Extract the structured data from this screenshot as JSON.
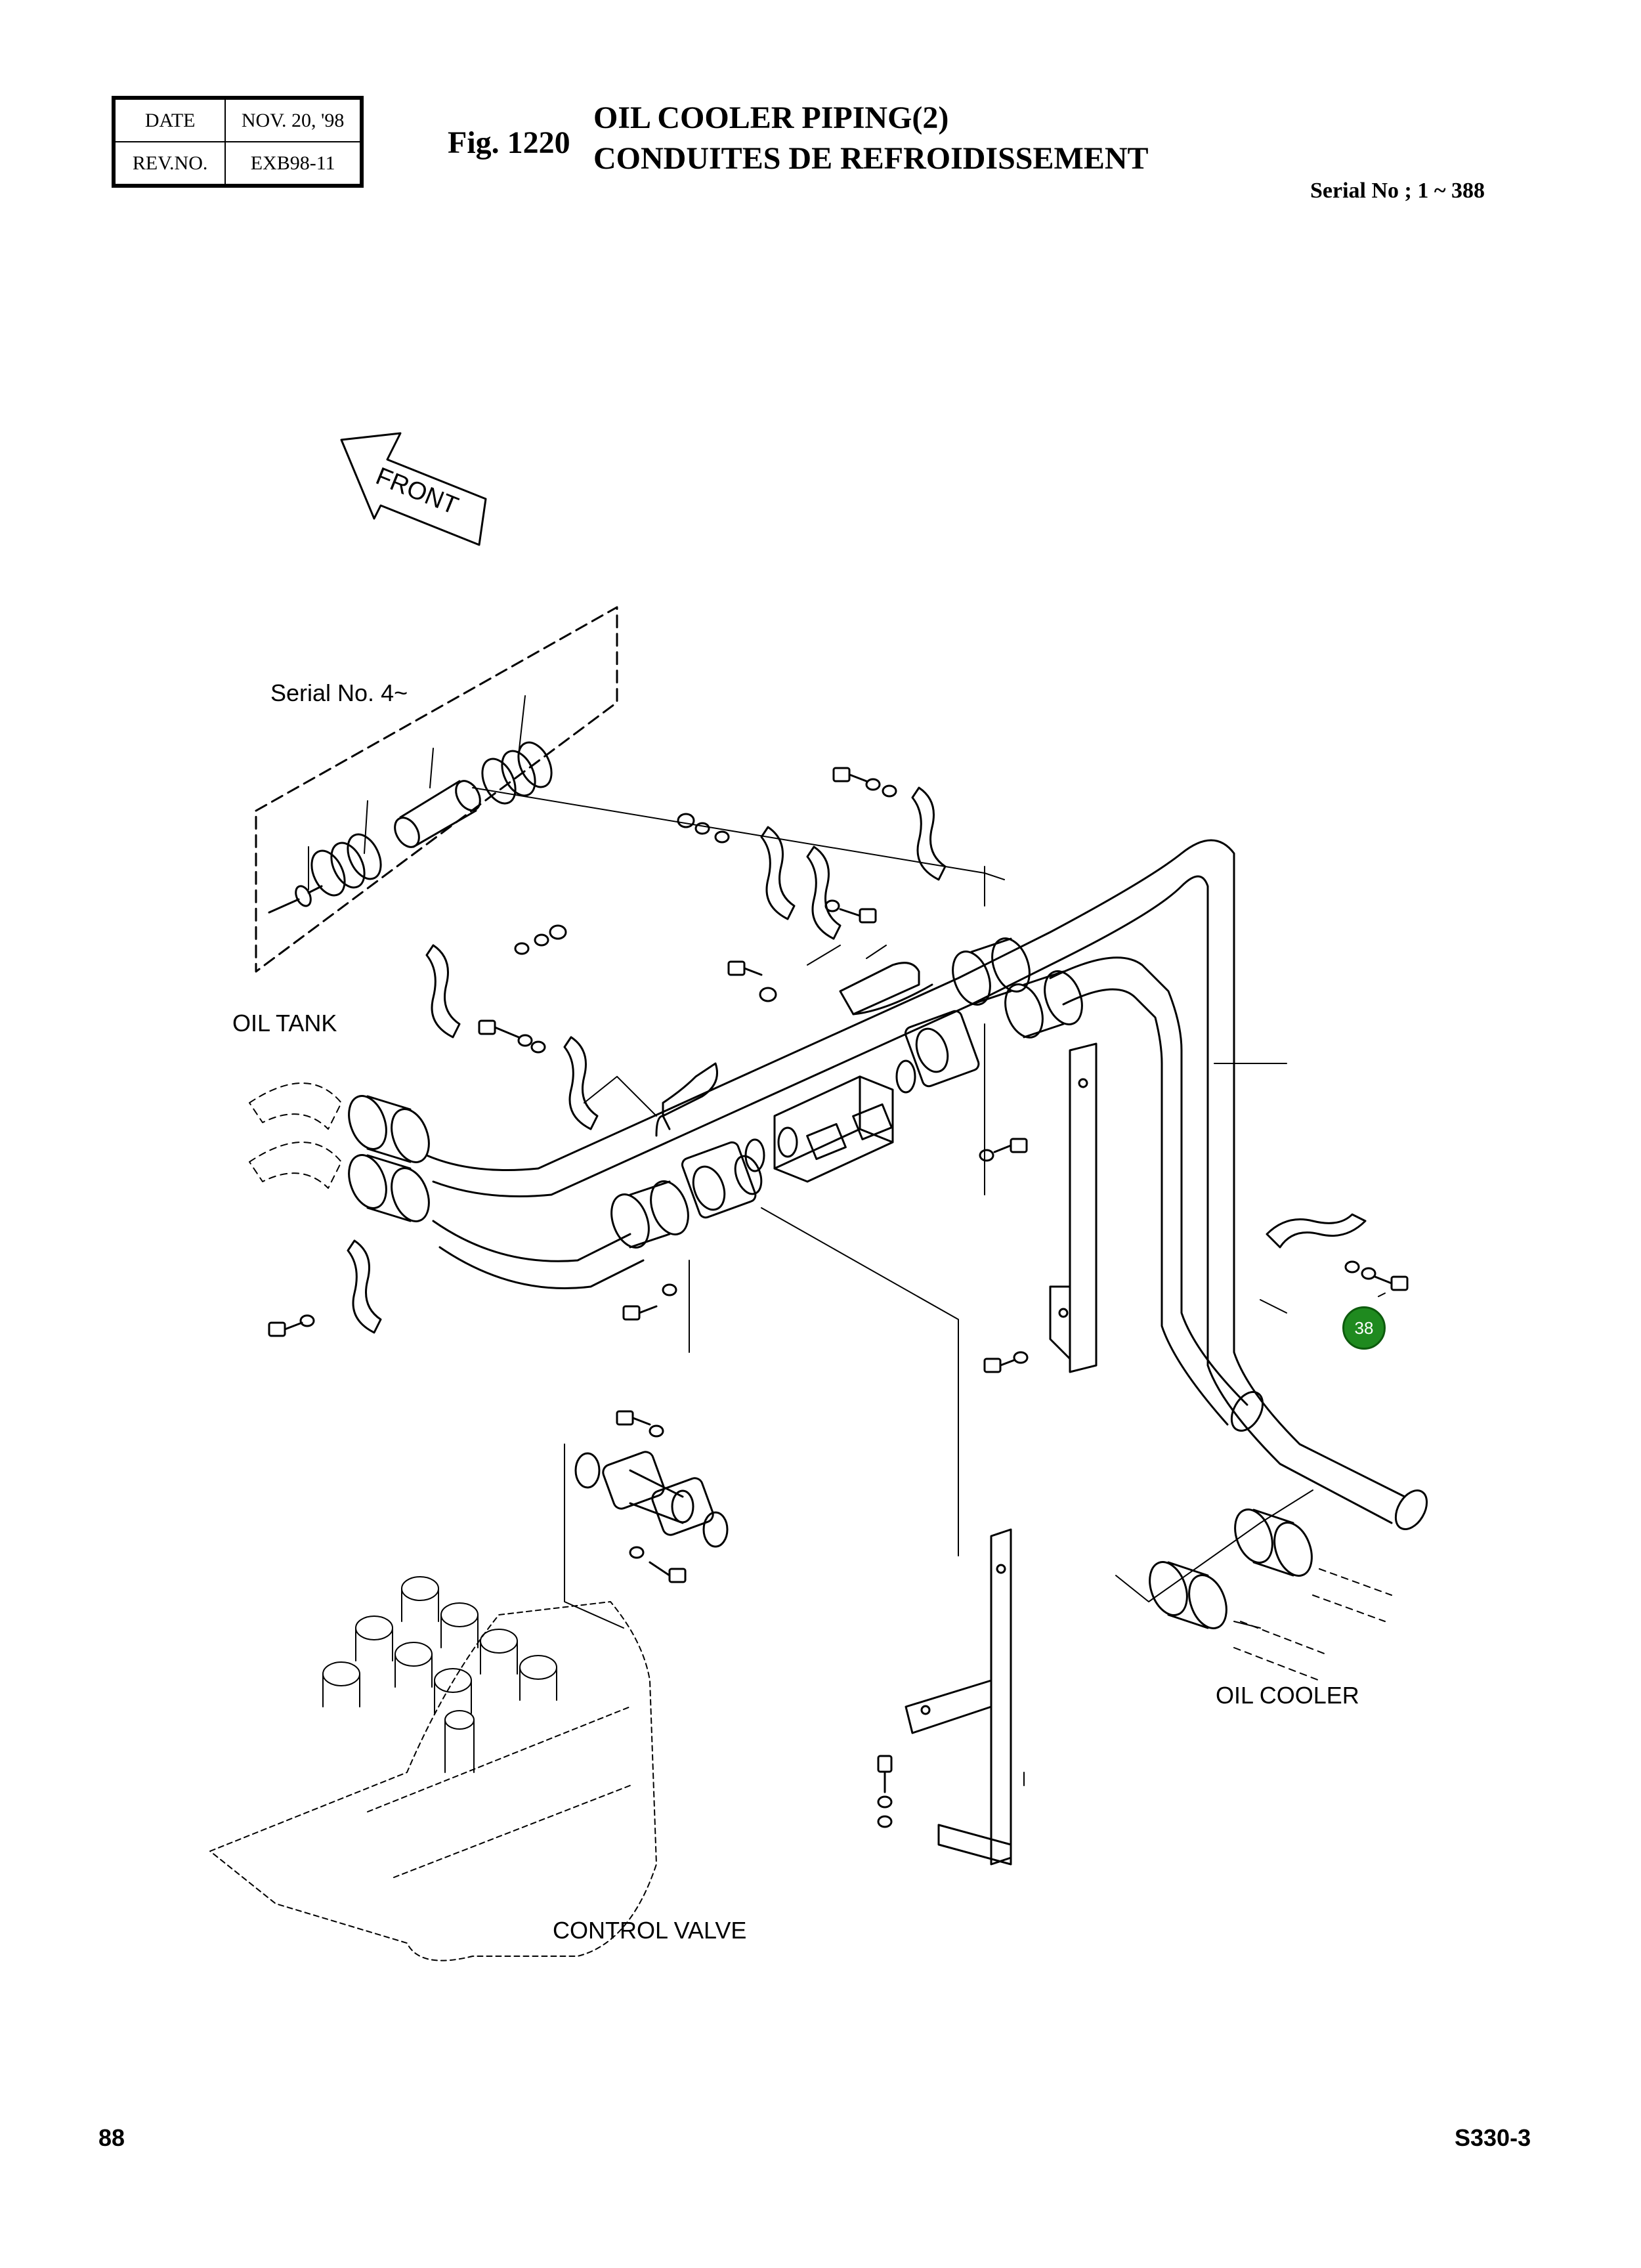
{
  "header": {
    "date_label": "DATE",
    "date_value": "NOV. 20, '98",
    "rev_label": "REV.NO.",
    "rev_value": "EXB98-11",
    "fig_number": "Fig. 1220",
    "title_en": "OIL COOLER PIPING(2)",
    "title_fr": "CONDUITES DE REFROIDISSEMENT",
    "serial_range": "Serial No ; 1 ~ 388"
  },
  "diagram": {
    "front_arrow_label": "FRONT",
    "inset_label": "Serial No. 4~",
    "labels": {
      "oil_tank": "OIL TANK",
      "oil_cooler": "OIL COOLER",
      "control_valve": "CONTROL VALVE"
    },
    "callouts": [
      {
        "number": "38",
        "color": "#1f8a1f"
      }
    ]
  },
  "footer": {
    "page_number": "88",
    "model_code": "S330-3"
  }
}
